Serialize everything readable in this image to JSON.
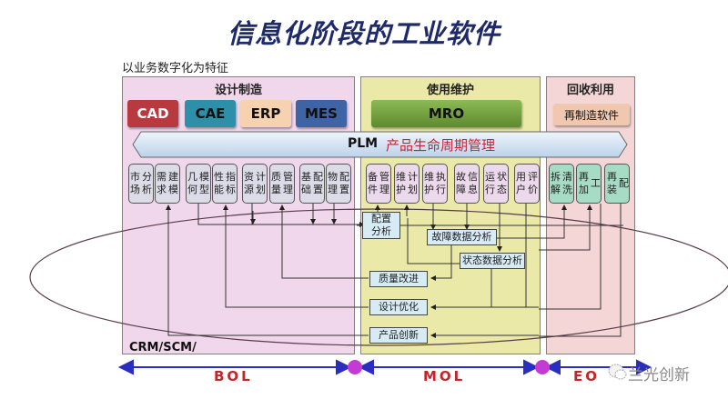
{
  "title": "信息化阶段的工业软件",
  "subtitle": "以业务数字化为特征",
  "phases": [
    {
      "label": "设计制造",
      "color": "#f1d7ec"
    },
    {
      "label": "使用维护",
      "color": "#ebe9a8"
    },
    {
      "label": "回收利用",
      "color": "#f5d6d6"
    }
  ],
  "software": [
    {
      "label": "CAD",
      "color": "#b8393e"
    },
    {
      "label": "CAE",
      "color": "#2e8fa8"
    },
    {
      "label": "ERP",
      "color": "#f6d2b0"
    },
    {
      "label": "MES",
      "color": "#3e64a6"
    },
    {
      "label": "MRO",
      "color": "#6e9a3a"
    },
    {
      "label": "再制造软件",
      "color": "#f0c8b0"
    }
  ],
  "plm": {
    "label": "PLM",
    "description": "产品生命周期管理"
  },
  "design_nodes": [
    {
      "line1": "市场",
      "line2": "分析"
    },
    {
      "line1": "需求",
      "line2": "建模"
    },
    {
      "line1": "几何",
      "line2": "模型"
    },
    {
      "line1": "性能",
      "line2": "指标"
    },
    {
      "line1": "资源",
      "line2": "计划"
    },
    {
      "line1": "质量",
      "line2": "管理"
    },
    {
      "line1": "基础",
      "line2": "配置"
    },
    {
      "line1": "物理",
      "line2": "配置"
    }
  ],
  "use_nodes": [
    {
      "line1": "备件",
      "line2": "管理"
    },
    {
      "line1": "维护",
      "line2": "计划"
    },
    {
      "line1": "维护",
      "line2": "执行"
    },
    {
      "line1": "故障",
      "line2": "信息"
    },
    {
      "line1": "运行",
      "line2": "状态"
    },
    {
      "line1": "用户",
      "line2": "评价"
    }
  ],
  "recycle_nodes": [
    {
      "line1": "拆解",
      "line2": "清洗"
    },
    {
      "line1": "再加",
      "line2": "工"
    },
    {
      "line1": "再装",
      "line2": "配"
    }
  ],
  "analysis": {
    "config": {
      "line1": "配置",
      "line2": "分析"
    },
    "fault": "故障数据分析",
    "status": "状态数据分析",
    "quality": "质量改进",
    "design_opt": "设计优化",
    "innovation": "产品创新"
  },
  "crm_label": "CRM/SCM/",
  "lifecycle": [
    "BOL",
    "MOL",
    "EOL"
  ],
  "lifecycle_visible": [
    "BOL",
    "MOL",
    "EO"
  ],
  "watermark": "兰光创新"
}
